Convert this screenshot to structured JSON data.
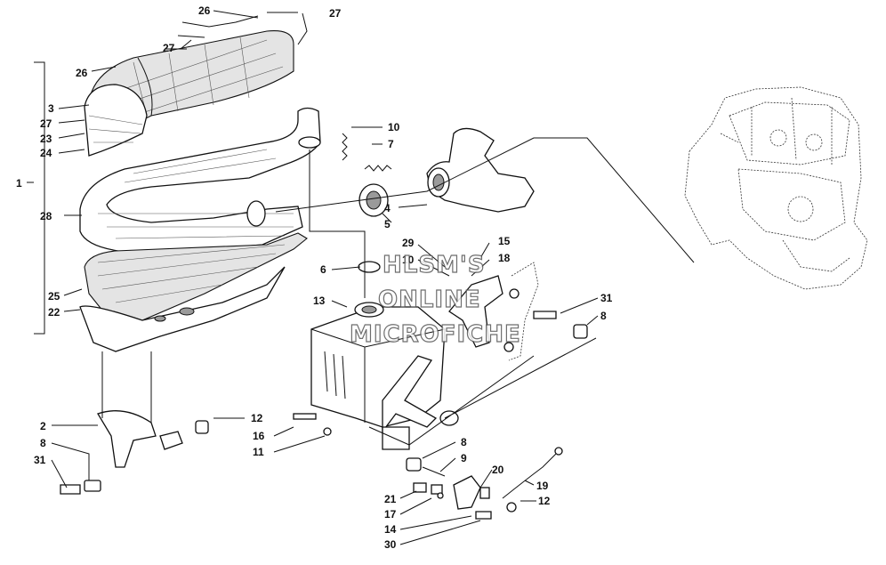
{
  "diagram": {
    "callouts": [
      {
        "id": "c26a",
        "text": "26"
      },
      {
        "id": "c27a",
        "text": "27"
      },
      {
        "id": "c27b",
        "text": "27"
      },
      {
        "id": "c26b",
        "text": "26"
      },
      {
        "id": "c3",
        "text": "3"
      },
      {
        "id": "c27c",
        "text": "27"
      },
      {
        "id": "c23",
        "text": "23"
      },
      {
        "id": "c24",
        "text": "24"
      },
      {
        "id": "c1",
        "text": "1"
      },
      {
        "id": "c28",
        "text": "28"
      },
      {
        "id": "c25",
        "text": "25"
      },
      {
        "id": "c22",
        "text": "22"
      },
      {
        "id": "c10a",
        "text": "10"
      },
      {
        "id": "c7",
        "text": "7"
      },
      {
        "id": "c4",
        "text": "4"
      },
      {
        "id": "c5",
        "text": "5"
      },
      {
        "id": "c29",
        "text": "29"
      },
      {
        "id": "c15",
        "text": "15"
      },
      {
        "id": "c10b",
        "text": "10"
      },
      {
        "id": "c18",
        "text": "18"
      },
      {
        "id": "c6",
        "text": "6"
      },
      {
        "id": "c13",
        "text": "13"
      },
      {
        "id": "c31a",
        "text": "31"
      },
      {
        "id": "c8a",
        "text": "8"
      },
      {
        "id": "c2",
        "text": "2"
      },
      {
        "id": "c8b",
        "text": "8"
      },
      {
        "id": "c31b",
        "text": "31"
      },
      {
        "id": "c12a",
        "text": "12"
      },
      {
        "id": "c16",
        "text": "16"
      },
      {
        "id": "c11",
        "text": "11"
      },
      {
        "id": "c8c",
        "text": "8"
      },
      {
        "id": "c9",
        "text": "9"
      },
      {
        "id": "c20",
        "text": "20"
      },
      {
        "id": "c19",
        "text": "19"
      },
      {
        "id": "c21",
        "text": "21"
      },
      {
        "id": "c17",
        "text": "17"
      },
      {
        "id": "c12b",
        "text": "12"
      },
      {
        "id": "c14",
        "text": "14"
      },
      {
        "id": "c30",
        "text": "30"
      }
    ],
    "watermark": [
      "HLSM'S",
      "ONLINE",
      "MICROFICHE"
    ]
  }
}
